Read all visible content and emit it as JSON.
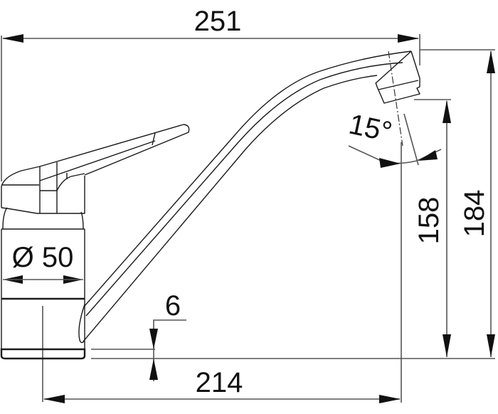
{
  "drawing": {
    "subject": "Single-lever kitchen faucet dimensional drawing",
    "units": "mm",
    "line_color": "#1a1a1a",
    "dimension_color": "#555555",
    "background": "#ffffff"
  },
  "dimensions": {
    "overall_reach": {
      "value": "251",
      "orientation": "horizontal",
      "position": "top"
    },
    "spout_reach": {
      "value": "214",
      "orientation": "horizontal",
      "position": "bottom"
    },
    "spout_outlet_height": {
      "value": "158",
      "orientation": "vertical",
      "position": "right-inner"
    },
    "overall_height": {
      "value": "184",
      "orientation": "vertical",
      "position": "right-outer"
    },
    "body_diameter": {
      "value": "Ø 50",
      "orientation": "horizontal",
      "position": "body"
    },
    "base_thickness": {
      "value": "6",
      "orientation": "vertical",
      "position": "base"
    },
    "spout_tilt_angle": {
      "value": "15°",
      "orientation": "angular",
      "position": "spout-outlet"
    }
  },
  "components": [
    "lever-handle",
    "mixer-body",
    "swivel-spout",
    "aerator-outlet",
    "base-plate"
  ]
}
